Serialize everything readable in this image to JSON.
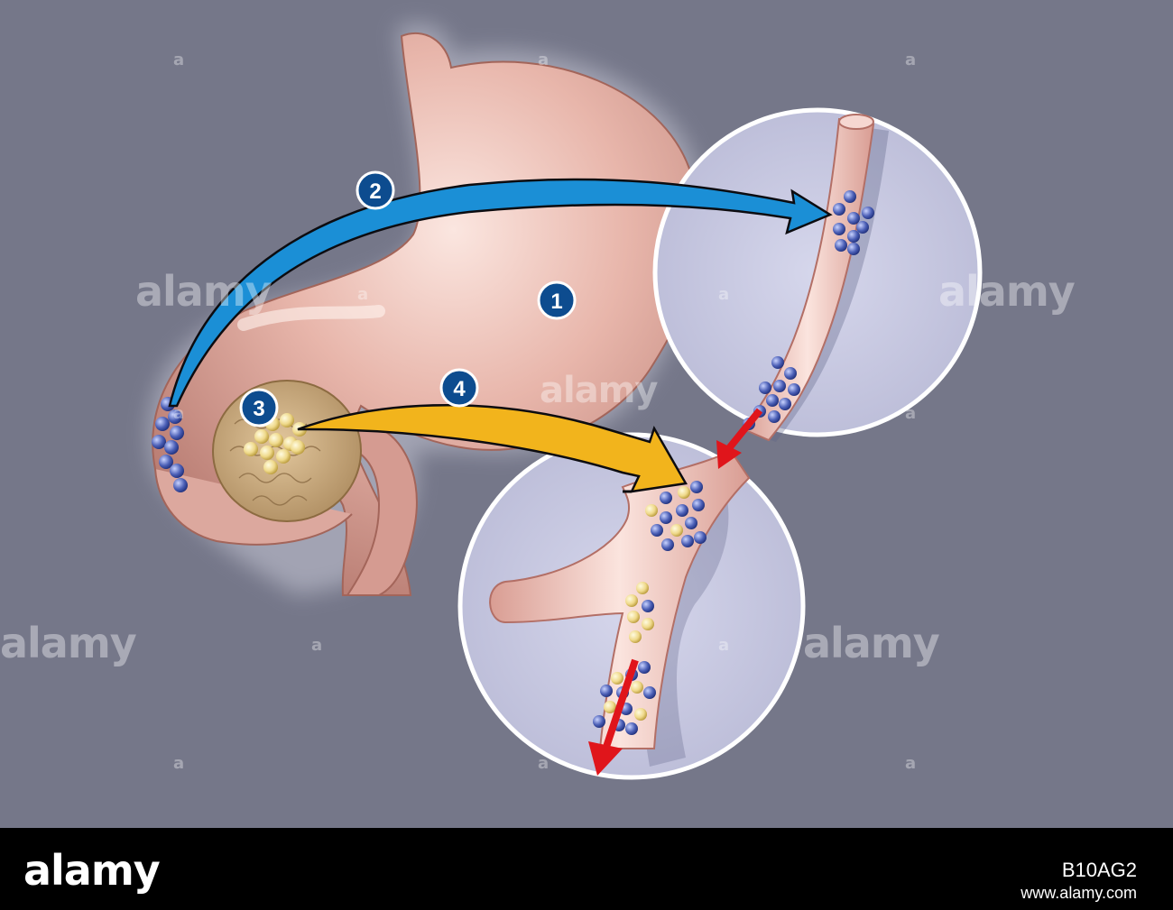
{
  "diagram": {
    "step_labels": [
      "1",
      "2",
      "3",
      "4"
    ]
  },
  "watermark": {
    "text": "alamy",
    "small_text": "a"
  },
  "footer": {
    "logo": "alamy",
    "image_id": "B10AG2",
    "url": "www.alamy.com"
  },
  "colors": {
    "background": "#757789",
    "stomach": "#d9a49c",
    "blue_arrow": "#1a8fd8",
    "yellow_arrow": "#f2b41c",
    "red_arrow": "#e0151b",
    "step_badge": "#0d4c8f",
    "footer": "#000000"
  }
}
